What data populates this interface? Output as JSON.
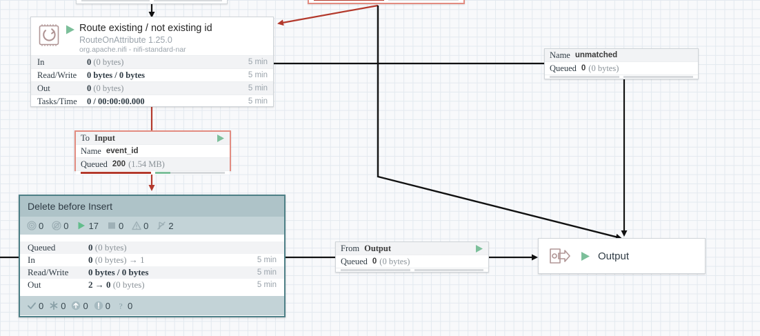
{
  "canvas": {
    "background_color": "#f8f9fb",
    "grid_color": "#e3e9ef",
    "accent_green": "#7cbf9a",
    "backpressure_red": "#b3392c",
    "group_header_color": "#aec3c8",
    "group_border_color": "#4d7f86"
  },
  "processor": {
    "name": "Route existing / not existing id",
    "type": "RouteOnAttribute 1.25.0",
    "bundle": "org.apache.nifi - nifi-standard-nar",
    "icon": "processor-route-icon",
    "run_state_icon": "run-play-icon",
    "stats": [
      {
        "label": "In",
        "value_bold": "0",
        "value_rest": "(0 bytes)",
        "time": "5 min"
      },
      {
        "label": "Read/Write",
        "value_bold": "0 bytes / 0 bytes",
        "value_rest": "",
        "time": "5 min"
      },
      {
        "label": "Out",
        "value_bold": "0",
        "value_rest": "(0 bytes)",
        "time": "5 min"
      },
      {
        "label": "Tasks/Time",
        "value_bold": "0 / 00:00:00.000",
        "value_rest": "",
        "time": "5 min"
      }
    ]
  },
  "connection_to_input": {
    "to_key": "To",
    "to_value": "Input",
    "name_key": "Name",
    "name_value": "event_id",
    "queued_key": "Queued",
    "queued_count": "200",
    "queued_size": "(1.54 MB)",
    "backpressure": true,
    "bar_left_percent": 100,
    "bar_right_percent": 22
  },
  "connection_unmatched": {
    "name_key": "Name",
    "name_value": "unmatched",
    "queued_key": "Queued",
    "queued_count": "0",
    "queued_size": "(0 bytes)",
    "bar_left_percent": 0,
    "bar_right_percent": 0
  },
  "connection_from_output": {
    "from_key": "From",
    "from_value": "Output",
    "queued_key": "Queued",
    "queued_count": "0",
    "queued_size": "(0 bytes)",
    "run_state_icon": "run-play-icon",
    "bar_left_percent": 0,
    "bar_right_percent": 0
  },
  "process_group": {
    "title": "Delete before Insert",
    "counts": [
      {
        "icon": "transmitting-icon",
        "value": "0"
      },
      {
        "icon": "not-transmitting-icon",
        "value": "0"
      },
      {
        "icon": "running-icon",
        "value": "17"
      },
      {
        "icon": "stopped-icon",
        "value": "0"
      },
      {
        "icon": "invalid-warning-icon",
        "value": "0"
      },
      {
        "icon": "disabled-icon",
        "value": "2"
      }
    ],
    "stats": [
      {
        "label": "Queued",
        "value_bold": "0",
        "value_rest": "(0 bytes)",
        "time": ""
      },
      {
        "label": "In",
        "value_bold": "0",
        "value_rest": "(0 bytes) → 1",
        "time": "5 min"
      },
      {
        "label": "Read/Write",
        "value_bold": "0 bytes / 0 bytes",
        "value_rest": "",
        "time": "5 min"
      },
      {
        "label": "Out",
        "value_bold": "2 → 0",
        "value_rest": "(0 bytes)",
        "time": "5 min"
      }
    ],
    "footer": [
      {
        "icon": "check-icon",
        "value": "0"
      },
      {
        "icon": "asterisk-icon",
        "value": "0"
      },
      {
        "icon": "up-arrow-icon",
        "value": "0"
      },
      {
        "icon": "info-icon",
        "value": "0"
      },
      {
        "icon": "question-icon",
        "value": "0"
      }
    ]
  },
  "output_port": {
    "label": "Output",
    "icon": "output-port-icon",
    "run_state_icon": "run-play-icon"
  }
}
